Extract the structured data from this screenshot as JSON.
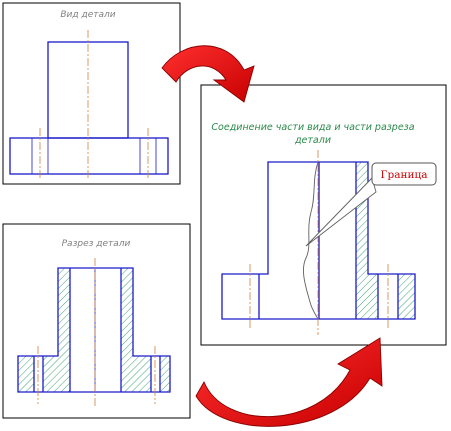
{
  "panels": {
    "view": {
      "title": "Вид детали"
    },
    "section": {
      "title": "Разрез детали"
    },
    "combined": {
      "title_line1": "Соединение части вида и части разреза",
      "title_line2": "детали",
      "callout_label": "Граница"
    }
  },
  "colors": {
    "outline": "#1a1acc",
    "frame": "#000000",
    "centerline": "#d08040",
    "hatch": "#2a9a6a",
    "arrow": "#e81010",
    "arrow_dark": "#8a0000",
    "title_gray": "#808080",
    "title_green": "#2a8a4a",
    "callout_text": "#cc0000"
  }
}
